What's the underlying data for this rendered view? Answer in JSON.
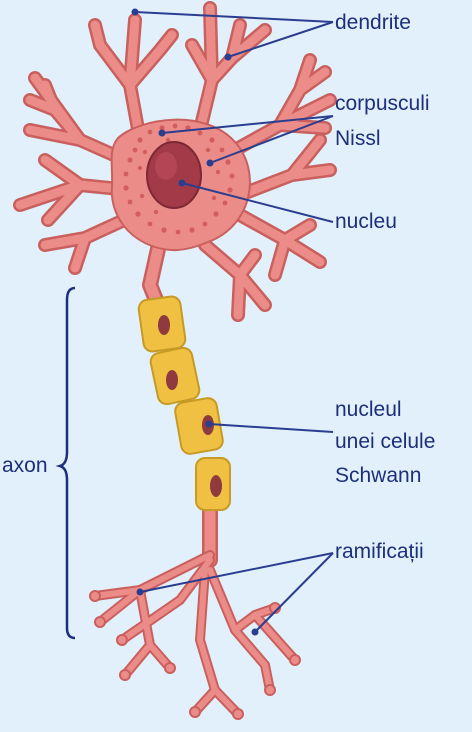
{
  "labels": {
    "dendrite": "dendrite",
    "corpusculi_nissl_1": "corpusculi",
    "corpusculi_nissl_2": "Nissl",
    "nucleu": "nucleu",
    "schwann_1": "nucleul",
    "schwann_2": "unei celule",
    "schwann_3": "Schwann",
    "ramificatii": "ramificații",
    "axon": "axon"
  },
  "colors": {
    "background": "#e1f0fb",
    "neuron": "#ec8c88",
    "neuron_outline": "#c9605e",
    "nucleus": "#a33a48",
    "myelin": "#f0c042",
    "schwann_nucleus": "#8e3a3e",
    "label_text": "#1d2f7a",
    "leader_line": "#2b3d8f"
  }
}
